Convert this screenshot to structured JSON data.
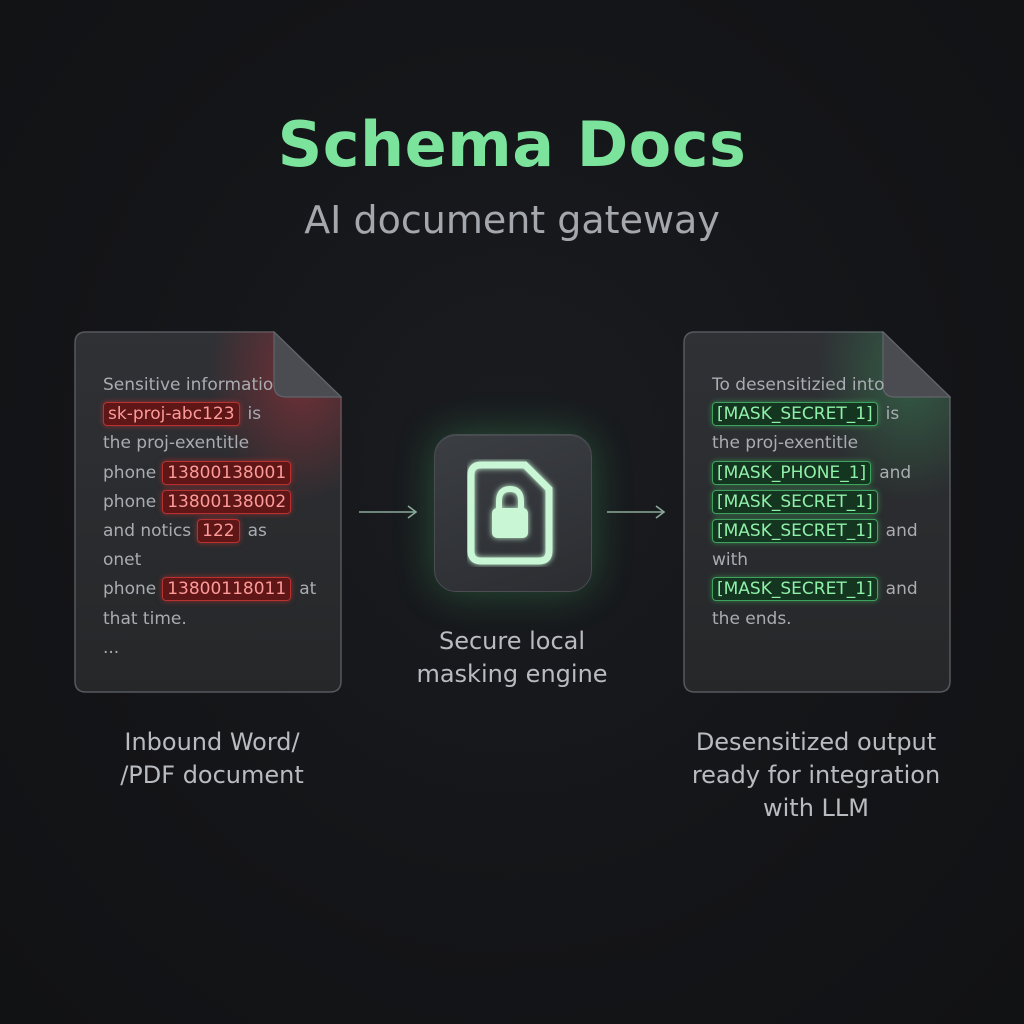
{
  "header": {
    "title": "Schema Docs",
    "subtitle": "AI document gateway"
  },
  "colors": {
    "accent_green": "#7be39c",
    "sensitive_red": "#b83232",
    "masked_green": "#3da35e",
    "background": "#141518"
  },
  "input_doc": {
    "icon": "document-icon",
    "lines": [
      {
        "text": "Sensitive informatio",
        "tag": "",
        "after": ""
      },
      {
        "text": "",
        "tag": "sk-proj-abc123",
        "after": "is"
      },
      {
        "text": "the proj-exentitle",
        "tag": "",
        "after": ""
      },
      {
        "text": "phone",
        "tag": "13800138001",
        "after": ""
      },
      {
        "text": "phone",
        "tag": "13800138002",
        "after": ""
      },
      {
        "text": "and notics",
        "tag": "122",
        "after": "as"
      },
      {
        "text": "onet",
        "tag": "",
        "after": ""
      },
      {
        "text": "phone",
        "tag": "13800118011",
        "after": "at"
      },
      {
        "text": "that time.",
        "tag": "",
        "after": ""
      },
      {
        "text": "...",
        "tag": "",
        "after": ""
      }
    ],
    "caption": [
      "Inbound Word/",
      "/PDF document"
    ]
  },
  "engine": {
    "icon": "lock-document-icon",
    "caption": [
      "Secure local",
      "masking engine"
    ]
  },
  "output_doc": {
    "icon": "document-icon",
    "lines": [
      {
        "text": "To desensitizied into",
        "tag": "",
        "after": ""
      },
      {
        "text": "",
        "tag": "[MASK_SECRET_1]",
        "after": "is"
      },
      {
        "text": "the proj-exentitle",
        "tag": "",
        "after": ""
      },
      {
        "text": "",
        "tag": "[MASK_PHONE_1]",
        "after": "and"
      },
      {
        "text": "",
        "tag": "[MASK_SECRET_1]",
        "after": ""
      },
      {
        "text": "",
        "tag": "[MASK_SECRET_1]",
        "after": "and"
      },
      {
        "text": "with",
        "tag": "",
        "after": ""
      },
      {
        "text": "",
        "tag": "[MASK_SECRET_1]",
        "after": "and"
      },
      {
        "text": "the ends.",
        "tag": "",
        "after": ""
      }
    ],
    "caption": [
      "Desensitized output",
      "ready for integration",
      "with LLM"
    ]
  }
}
